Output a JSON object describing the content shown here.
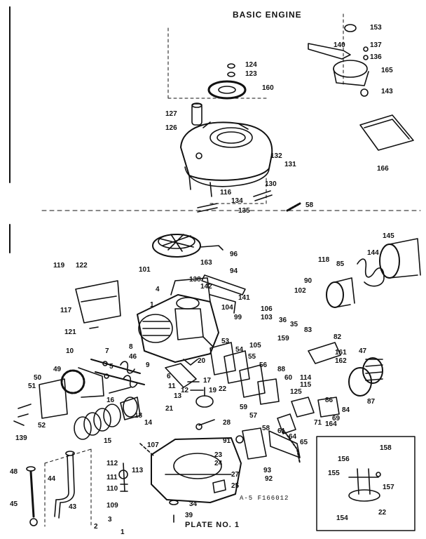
{
  "title": "BASIC ENGINE",
  "plate": "PLATE NO. 1",
  "drawing_code": "A-5  F166012",
  "colors": {
    "ink": "#111111",
    "paper": "#ffffff"
  },
  "labels": [
    "153",
    "137",
    "136",
    "140",
    "165",
    "143",
    "124",
    "123",
    "160",
    "127",
    "126",
    "166",
    "132",
    "131",
    "130",
    "116",
    "134",
    "135",
    "58",
    "96",
    "145",
    "118",
    "85",
    "144",
    "119",
    "122",
    "101",
    "163",
    "94",
    "138",
    "142",
    "4",
    "141",
    "102",
    "117",
    "121",
    "90",
    "104",
    "99",
    "103",
    "106",
    "105",
    "36",
    "35",
    "1",
    "83",
    "82",
    "161",
    "162",
    "159",
    "53",
    "54",
    "55",
    "56",
    "88",
    "47",
    "10",
    "7",
    "8",
    "46",
    "49",
    "50",
    "51",
    "5",
    "9",
    "6",
    "20",
    "17",
    "19",
    "22",
    "114",
    "115",
    "125",
    "60",
    "86",
    "87",
    "16",
    "18",
    "11",
    "12",
    "13",
    "21",
    "59",
    "57",
    "58",
    "61",
    "64",
    "65",
    "69",
    "71",
    "84",
    "164",
    "14",
    "15",
    "52",
    "139",
    "28",
    "91",
    "107",
    "112",
    "113",
    "111",
    "110",
    "109",
    "23",
    "24",
    "27",
    "25",
    "34",
    "39",
    "93",
    "92",
    "48",
    "44",
    "43",
    "45",
    "156",
    "155",
    "158",
    "157",
    "154",
    "22",
    "3",
    "2",
    "1"
  ]
}
